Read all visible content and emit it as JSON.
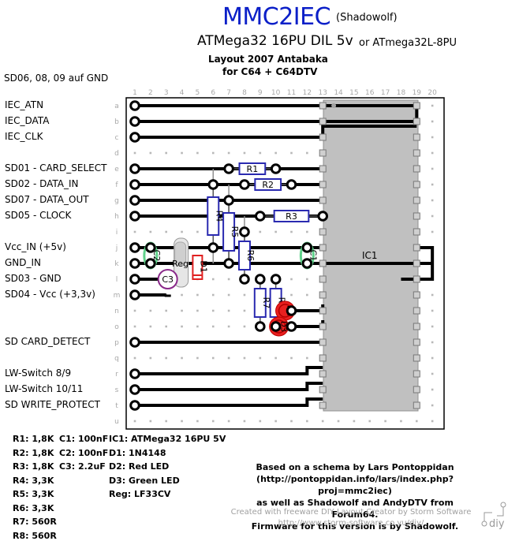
{
  "header": {
    "title": "MMC2IEC",
    "title_sub": "(Shadowolf)",
    "mcu": "ATMega32 16PU DIL 5v",
    "mcu_alt": "or ATmega32L-8PU",
    "layout_credit": "Layout 2007 Antabaka",
    "target": "for C64 + C64DTV",
    "gnd_note": "SD06, 08, 09 auf GND"
  },
  "columns": [
    "1",
    "2",
    "3",
    "4",
    "5",
    "6",
    "7",
    "8",
    "9",
    "10",
    "11",
    "12",
    "13",
    "14",
    "15",
    "16",
    "17",
    "18",
    "19",
    "20"
  ],
  "rows": [
    "a",
    "b",
    "c",
    "d",
    "e",
    "f",
    "g",
    "h",
    "i",
    "j",
    "k",
    "l",
    "m",
    "n",
    "o",
    "p",
    "q",
    "r",
    "s",
    "t",
    "u"
  ],
  "signals": [
    {
      "row": "a",
      "label": "IEC_ATN"
    },
    {
      "row": "b",
      "label": "IEC_DATA"
    },
    {
      "row": "c",
      "label": "IEC_CLK"
    },
    {
      "row": "e",
      "label": "SD01 - CARD_SELECT"
    },
    {
      "row": "f",
      "label": "SD02 - DATA_IN"
    },
    {
      "row": "g",
      "label": "SD07 - DATA_OUT"
    },
    {
      "row": "h",
      "label": "SD05 - CLOCK"
    },
    {
      "row": "j",
      "label": "Vcc_IN (+5v)"
    },
    {
      "row": "k",
      "label": "GND_IN"
    },
    {
      "row": "l",
      "label": "SD03 - GND"
    },
    {
      "row": "m",
      "label": "SD04 - Vcc (+3,3v)"
    },
    {
      "row": "p",
      "label": "SD CARD_DETECT"
    },
    {
      "row": "r",
      "label": "LW-Switch 8/9"
    },
    {
      "row": "s",
      "label": "LW-Switch 10/11"
    },
    {
      "row": "t",
      "label": "SD WRITE_PROTECT"
    }
  ],
  "components": {
    "ic1": "IC1",
    "r1": "R1",
    "r2": "R2",
    "r3": "R3",
    "r4": "R4",
    "r5": "R5",
    "r6": "R6",
    "r7": "R7",
    "r8": "R8",
    "c1": "C1",
    "c2": "C2",
    "c3": "C3",
    "d1": "D1",
    "d2": "D2",
    "d3": "D3",
    "reg": "Reg"
  },
  "bom": {
    "resistors": [
      "R1: 1,8K",
      "R2: 1,8K",
      "R3: 1,8K",
      "R4: 3,3K",
      "R5: 3,3K",
      "R6: 3,3K",
      "R7: 560R",
      "R8: 560R"
    ],
    "capacitors": [
      "C1: 100nF",
      "C2: 100nF",
      "C3: 2.2uF"
    ],
    "others": [
      "IC1: ATMega32 16PU 5V",
      "D1: 1N4148",
      "D2: Red LED",
      "D3: Green LED",
      "Reg: LF33CV"
    ]
  },
  "credits": {
    "based_on": [
      "Based on a schema by Lars Pontoppidan",
      "(http://pontoppidan.info/lars/index.php?proj=mmc2iec)",
      "as well as Shadowolf and AndyDTV from Forum64.",
      "Firmware for this version is by Shadowolf."
    ],
    "created_with": "Created with freeware DIY Layout Creator by Storm Software",
    "url": "http://www.storm-software.co.yu/diy/",
    "logo_text": "diy"
  },
  "colors": {
    "title": "#0b1fc8",
    "ic_body": "#c0c0c0",
    "resistor_border": "#2a2ab0",
    "capacitor": "#5fd18a",
    "led_red": "#e82020",
    "cap_c3": "#8a2a8a",
    "diode": "#e02020"
  }
}
